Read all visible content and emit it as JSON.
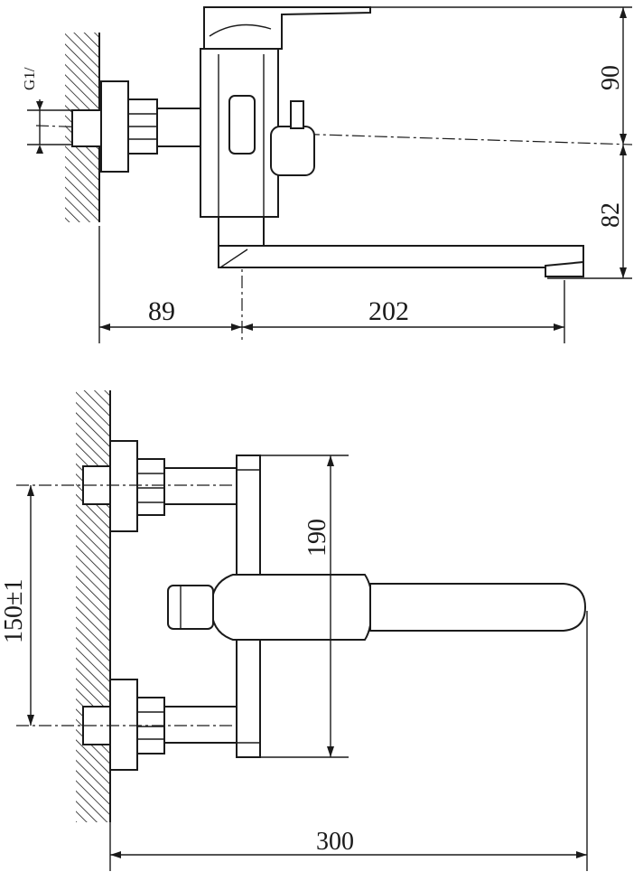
{
  "top_view": {
    "thread_label": "G1/",
    "dim_height_upper": "90",
    "dim_height_lower": "82",
    "dim_wall_to_axis": "89",
    "dim_axis_to_spout": "202"
  },
  "front_view": {
    "dim_inlet_spacing": "150±1",
    "dim_body_height": "190",
    "dim_total_reach": "300"
  }
}
